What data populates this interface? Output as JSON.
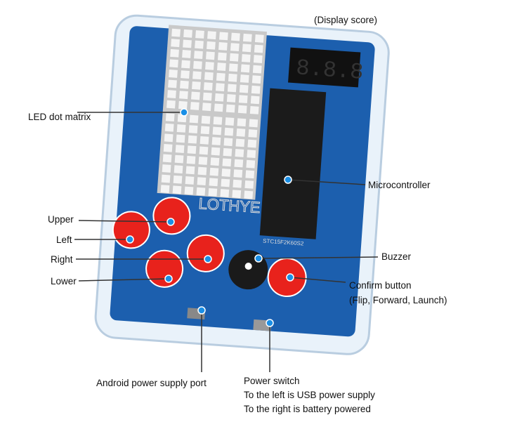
{
  "watermark": "LOTHYE",
  "chip_marking": "STC15F2K60S2",
  "display_digits": "8.8.8",
  "labels": {
    "display": "(Display score)",
    "led_matrix": "LED dot matrix",
    "microcontroller": "Microcontroller",
    "upper": "Upper",
    "left": "Left",
    "right": "Right",
    "lower": "Lower",
    "buzzer": "Buzzer",
    "confirm": "Confirm button",
    "confirm_sub": "(Flip, Forward, Launch)",
    "android_port": "Android power supply port",
    "power_switch": "Power switch",
    "power_left": "To the left is USB power supply",
    "power_right": "To the right is battery powered"
  },
  "colors": {
    "pcb": "#1c5fae",
    "button": "#e8221c",
    "marker": "#1a8fe6",
    "line": "#333333"
  }
}
